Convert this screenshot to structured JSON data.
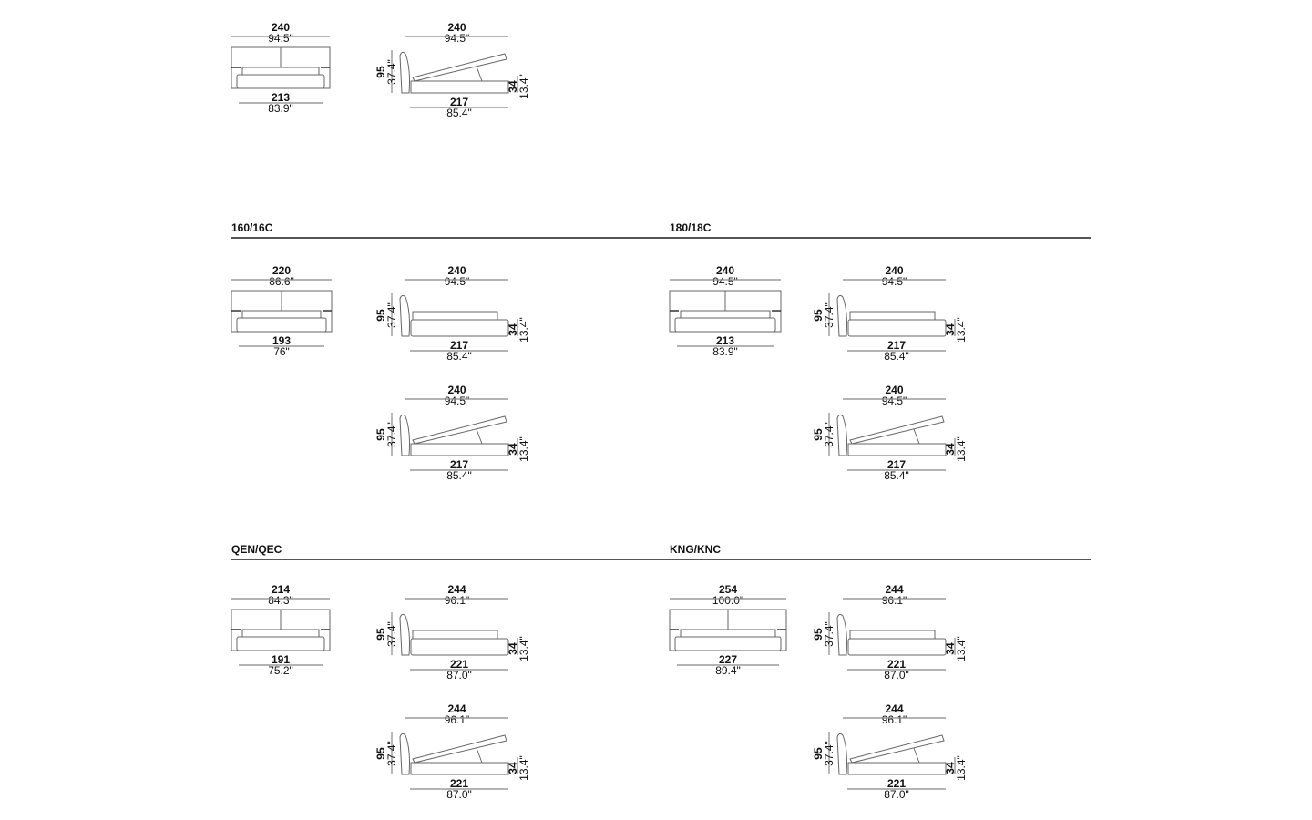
{
  "top_group": {
    "front": {
      "width_cm": "240",
      "width_in": "94.5\"",
      "inner_cm": "213",
      "inner_in": "83.9\""
    },
    "side_storage": {
      "length_cm": "240",
      "length_in": "94.5\"",
      "height_cm": "95",
      "height_in": "37.4\"",
      "base_cm": "34",
      "base_in": "13.4\"",
      "inner_cm": "217",
      "inner_in": "85.4\""
    }
  },
  "sections": [
    {
      "title": "160/16C",
      "front": {
        "width_cm": "220",
        "width_in": "86.6\"",
        "inner_cm": "193",
        "inner_in": "76\""
      },
      "side": {
        "length_cm": "240",
        "length_in": "94.5\"",
        "height_cm": "95",
        "height_in": "37.4\"",
        "base_cm": "34",
        "base_in": "13.4\"",
        "inner_cm": "217",
        "inner_in": "85.4\""
      },
      "side_storage": {
        "length_cm": "240",
        "length_in": "94.5\"",
        "height_cm": "95",
        "height_in": "37.4\"",
        "base_cm": "34",
        "base_in": "13.4\"",
        "inner_cm": "217",
        "inner_in": "85.4\""
      }
    },
    {
      "title": "180/18C",
      "front": {
        "width_cm": "240",
        "width_in": "94.5\"",
        "inner_cm": "213",
        "inner_in": "83.9\""
      },
      "side": {
        "length_cm": "240",
        "length_in": "94.5\"",
        "height_cm": "95",
        "height_in": "37.4\"",
        "base_cm": "34",
        "base_in": "13.4\"",
        "inner_cm": "217",
        "inner_in": "85.4\""
      },
      "side_storage": {
        "length_cm": "240",
        "length_in": "94.5\"",
        "height_cm": "95",
        "height_in": "37.4\"",
        "base_cm": "34",
        "base_in": "13.4\"",
        "inner_cm": "217",
        "inner_in": "85.4\""
      }
    },
    {
      "title": "QEN/QEC",
      "front": {
        "width_cm": "214",
        "width_in": "84.3\"",
        "inner_cm": "191",
        "inner_in": "75.2\""
      },
      "side": {
        "length_cm": "244",
        "length_in": "96.1\"",
        "height_cm": "95",
        "height_in": "37.4\"",
        "base_cm": "34",
        "base_in": "13.4\"",
        "inner_cm": "221",
        "inner_in": "87.0\""
      },
      "side_storage": {
        "length_cm": "244",
        "length_in": "96.1\"",
        "height_cm": "95",
        "height_in": "37.4\"",
        "base_cm": "34",
        "base_in": "13.4\"",
        "inner_cm": "221",
        "inner_in": "87.0\""
      }
    },
    {
      "title": "KNG/KNC",
      "front": {
        "width_cm": "254",
        "width_in": "100.0\"",
        "inner_cm": "227",
        "inner_in": "89.4\""
      },
      "side": {
        "length_cm": "244",
        "length_in": "96.1\"",
        "height_cm": "95",
        "height_in": "37.4\"",
        "base_cm": "34",
        "base_in": "13.4\"",
        "inner_cm": "221",
        "inner_in": "87.0\""
      },
      "side_storage": {
        "length_cm": "244",
        "length_in": "96.1\"",
        "height_cm": "95",
        "height_in": "37.4\"",
        "base_cm": "34",
        "base_in": "13.4\"",
        "inner_cm": "221",
        "inner_in": "87.0\""
      }
    }
  ]
}
